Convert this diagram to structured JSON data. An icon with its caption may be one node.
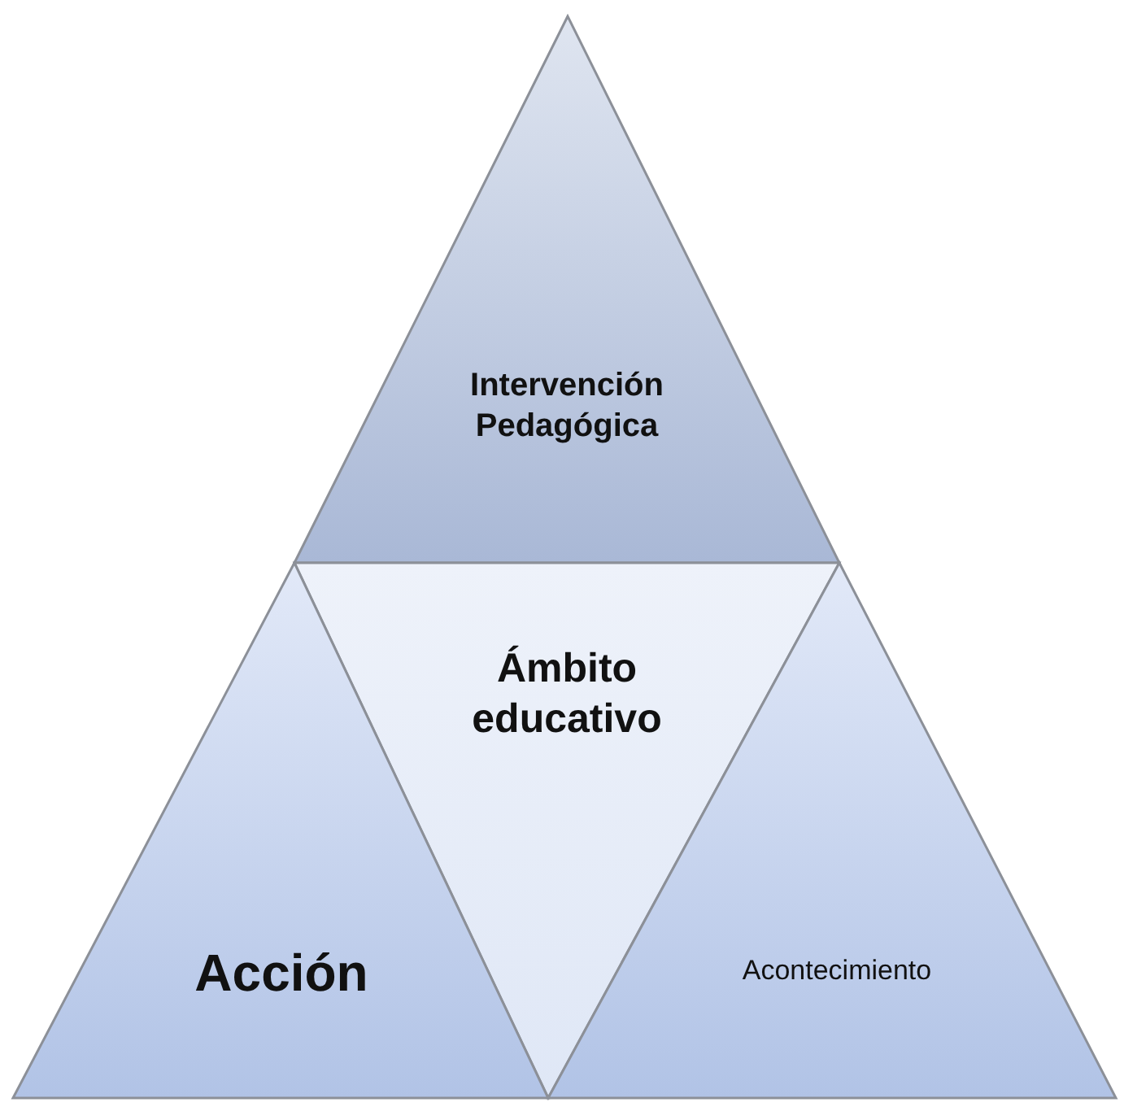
{
  "diagram": {
    "nodes": [
      {
        "text": [
          "Intervención Pedagógica"
        ]
      },
      {
        "text": [
          "Ámbito educativo"
        ]
      },
      {
        "text": [
          "Acción"
        ]
      },
      {
        "text": [
          "Acontecimiento"
        ]
      }
    ]
  }
}
